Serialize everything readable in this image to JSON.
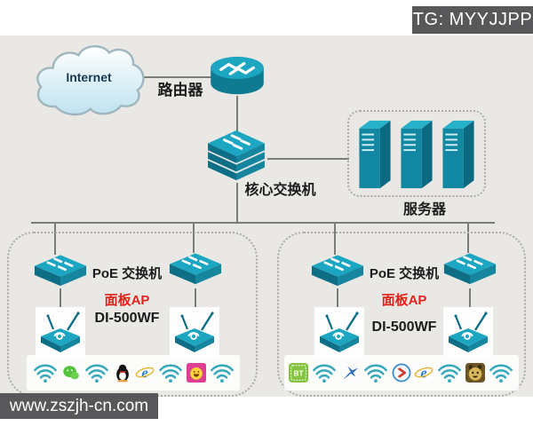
{
  "badge": {
    "text": "TG: MYYJJPP"
  },
  "watermark": {
    "text": "www.zszjh-cn.com"
  },
  "colors": {
    "device_teal": "#1ca6c2",
    "device_teal_dark": "#0d6e86",
    "canvas_bg": "#e9e8e5",
    "badge_bg": "#58585a",
    "accent_red": "#e2231a"
  },
  "topology": {
    "internet_label": "Internet",
    "router_label": "路由器",
    "core_switch_label": "核心交换机",
    "servers_label": "服务器"
  },
  "groups": [
    {
      "switch_label": "PoE 交换机",
      "ap_label": "面板AP",
      "ap_model": "DI-500WF",
      "client_icons": [
        "wifi",
        "wechat",
        "wifi",
        "qq",
        "ie",
        "wifi",
        "emoji-app",
        "wifi"
      ]
    },
    {
      "switch_label": "PoE 交换机",
      "ap_label": "面板AP",
      "ap_model": "DI-500WF",
      "client_icons": [
        "bt",
        "wifi",
        "bird",
        "wifi",
        "play",
        "ie",
        "wifi",
        "cat",
        "wifi"
      ]
    }
  ]
}
